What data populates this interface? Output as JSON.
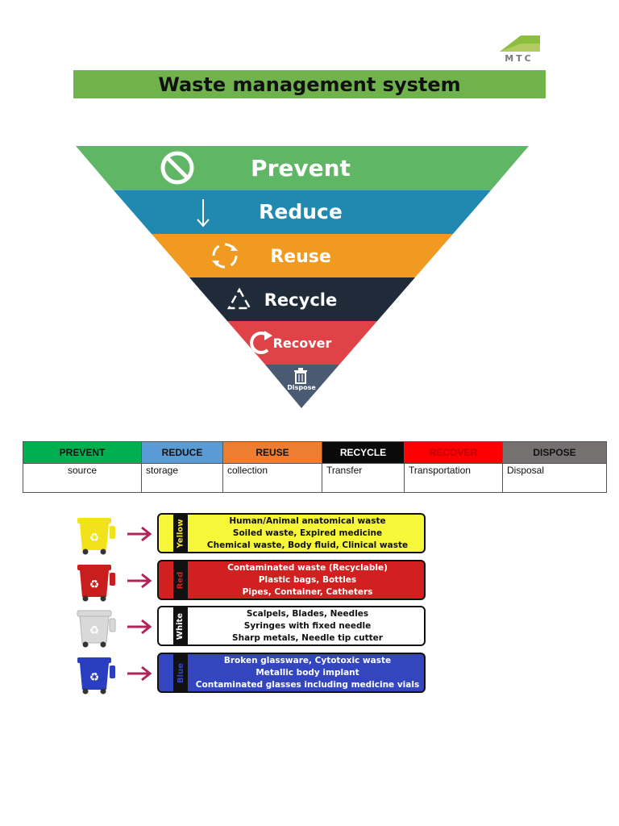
{
  "logo": {
    "text": "MTC",
    "colors": [
      "#8cbf3f",
      "#c9d47a"
    ]
  },
  "title": "Waste management system",
  "pyramid": {
    "levels": [
      {
        "label": "Prevent",
        "icon": "no-entry-icon",
        "color": "#5fb766"
      },
      {
        "label": "Reduce",
        "icon": "down-arrow-icon",
        "color": "#2189b0"
      },
      {
        "label": "Reuse",
        "icon": "cycle-arrows-icon",
        "color": "#f09a22"
      },
      {
        "label": "Recycle",
        "icon": "recycle-icon",
        "color": "#1f2b38"
      },
      {
        "label": "Recover",
        "icon": "circular-arrow-icon",
        "color": "#e04347"
      },
      {
        "label": "Dispose",
        "icon": "trash-can-icon",
        "color": "#4a5a73"
      }
    ]
  },
  "steps_table": {
    "headers": [
      {
        "label": "PREVENT",
        "bg": "#00b050",
        "fg": "#111111"
      },
      {
        "label": "REDUCE",
        "bg": "#5b9bd5",
        "fg": "#111111"
      },
      {
        "label": "REUSE",
        "bg": "#ed7d31",
        "fg": "#111111"
      },
      {
        "label": "RECYCLE",
        "bg": "#0a0a0a",
        "fg": "#ffffff"
      },
      {
        "label": "RECOVER",
        "bg": "#ff0000",
        "fg": "#c00000"
      },
      {
        "label": "DISPOSE",
        "bg": "#767171",
        "fg": "#111111"
      }
    ],
    "row": [
      "source",
      "storage",
      "collection",
      "Transfer",
      "Transportation",
      "Disposal"
    ]
  },
  "bins": [
    {
      "color_name": "Yellow",
      "bin_color": "#f2e21a",
      "box_bg": "#f7f73a",
      "text_color": "#111111",
      "tag_color": "#f2e21a",
      "lines": [
        "Human/Animal anatomical waste",
        "Soiled waste, Expired medicine",
        "Chemical waste, Body fluid, Clinical waste"
      ]
    },
    {
      "color_name": "Red",
      "bin_color": "#c81e1e",
      "box_bg": "#d21f1f",
      "text_color": "#ffffff",
      "tag_color": "#d21f1f",
      "lines": [
        "Contaminated waste (Recyclable)",
        "Plastic bags, Bottles",
        "Pipes, Container, Catheters"
      ]
    },
    {
      "color_name": "White",
      "bin_color": "#d9d9d9",
      "box_bg": "#ffffff",
      "text_color": "#111111",
      "tag_color": "#ffffff",
      "lines": [
        "Scalpels, Blades, Needles",
        "Syringes with fixed needle",
        "Sharp metals, Needle tip cutter"
      ]
    },
    {
      "color_name": "Blue",
      "bin_color": "#2a3fbf",
      "box_bg": "#3346c0",
      "text_color": "#ffffff",
      "tag_color": "#3346c0",
      "lines": [
        "Broken glassware, Cytotoxic waste",
        "Metallic body implant",
        "Contaminated glasses including medicine vials"
      ]
    }
  ],
  "arrow_color": "#b0245a"
}
